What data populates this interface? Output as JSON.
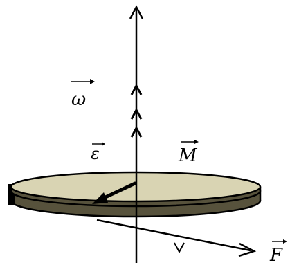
{
  "labels": {
    "omega": "ω",
    "epsilon": "ε",
    "moment": "M",
    "force": "F"
  },
  "colors": {
    "disk_top": "#d9d4b3",
    "disk_side": "#57523c",
    "ink": "#000000",
    "background": "#ffffff"
  }
}
